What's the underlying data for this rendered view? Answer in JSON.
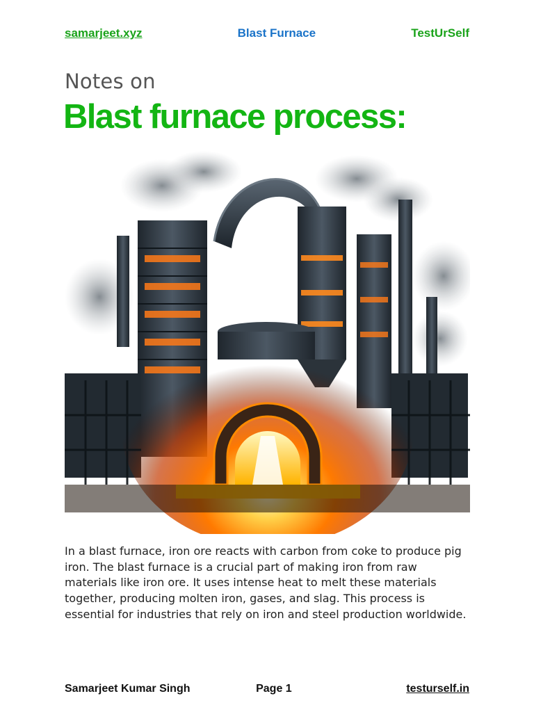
{
  "header": {
    "left_link": "samarjeet.xyz",
    "center_title": "Blast Furnace",
    "right_brand": "TestUrSelf"
  },
  "heading": {
    "kicker": "Notes on",
    "title": "Blast furnace process:"
  },
  "illustration": {
    "subject": "blast-furnace-illustration",
    "colors": {
      "glow": "#ff8a00",
      "molten": "#fff3a0",
      "steel": "#2f3a44",
      "smoke": "#9aa1a7"
    }
  },
  "body": {
    "paragraph": "In a blast furnace, iron ore reacts with carbon from coke to produce pig iron. The blast furnace is a crucial part of making iron from raw materials like iron ore. It uses intense heat to melt these materials together, producing molten iron, gases, and slag. This process is essential for industries that rely on iron and steel production worldwide."
  },
  "footer": {
    "author": "Samarjeet Kumar Singh",
    "page": "Page 1",
    "site": "testurself.in"
  },
  "theme": {
    "green": "#13b513",
    "blue": "#1a73c8"
  }
}
